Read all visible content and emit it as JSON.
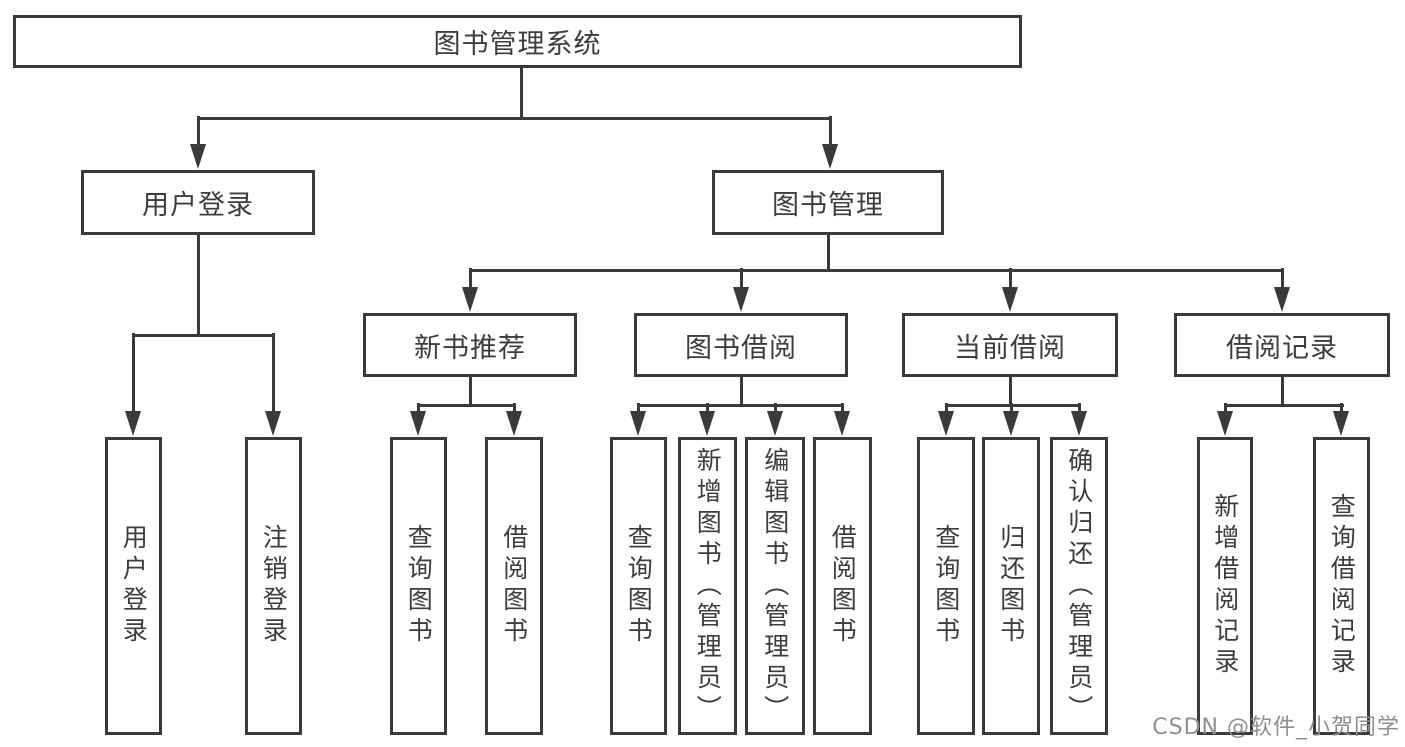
{
  "diagram": {
    "title": "图书管理系统",
    "nodes": {
      "root": "图书管理系统",
      "user_login": "用户登录",
      "book_mgmt": "图书管理",
      "new_book_rec": "新书推荐",
      "book_borrow": "图书借阅",
      "current_borrow": "当前借阅",
      "borrow_record": "借阅记录",
      "leaf_user_login": "用户登录",
      "leaf_logout": "注销登录",
      "leaf_nbr_query": "查询图书",
      "leaf_nbr_borrow": "借阅图书",
      "leaf_bb_query": "查询图书",
      "leaf_bb_add": "新增图书（管理员）",
      "leaf_bb_edit": "编辑图书（管理员）",
      "leaf_bb_borrow": "借阅图书",
      "leaf_cb_query": "查询图书",
      "leaf_cb_return": "归还图书",
      "leaf_cb_confirm": "确认归还（管理员）",
      "leaf_br_add": "新增借阅记录",
      "leaf_br_query": "查询借阅记录"
    }
  },
  "watermark": "CSDN @软件_小贺同学",
  "colors": {
    "line": "#3a3a3a",
    "text": "#3d3d3d",
    "wm": "#8f8f8f",
    "bg": "#ffffff"
  }
}
